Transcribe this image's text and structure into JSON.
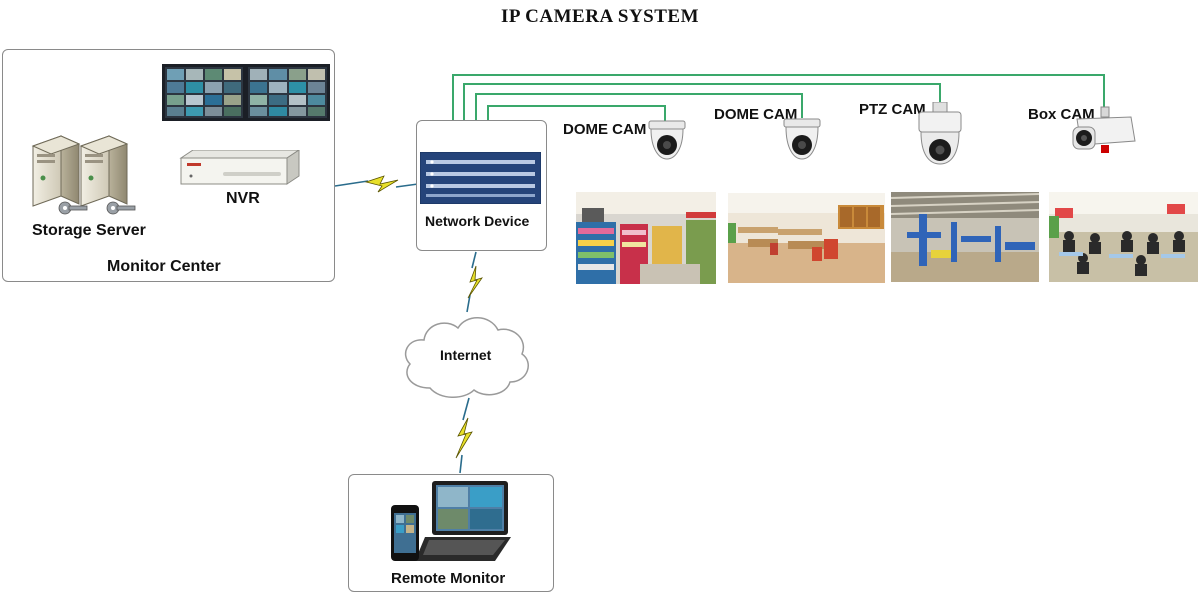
{
  "title": "IP CAMERA SYSTEM",
  "monitor_center": {
    "label": "Monitor Center",
    "storage_server_label": "Storage Server",
    "nvr_label": "NVR"
  },
  "network_device": {
    "label": "Network Device"
  },
  "internet": {
    "label": "Internet"
  },
  "remote_monitor": {
    "label": "Remote Monitor"
  },
  "cameras": [
    {
      "label": "DOME CAM",
      "icon": "dome-camera-icon",
      "scene": "supermarket"
    },
    {
      "label": "DOME CAM",
      "icon": "dome-camera-icon",
      "scene": "office"
    },
    {
      "label": "PTZ CAM",
      "icon": "ptz-camera-icon",
      "scene": "factory"
    },
    {
      "label": "Box CAM",
      "icon": "box-camera-icon",
      "scene": "classroom"
    }
  ],
  "colors": {
    "cable": "#3aa86b",
    "wireless_bolt": "#e8e02a",
    "box_border": "#8a8a8a",
    "switch_blue": "#25447a"
  }
}
